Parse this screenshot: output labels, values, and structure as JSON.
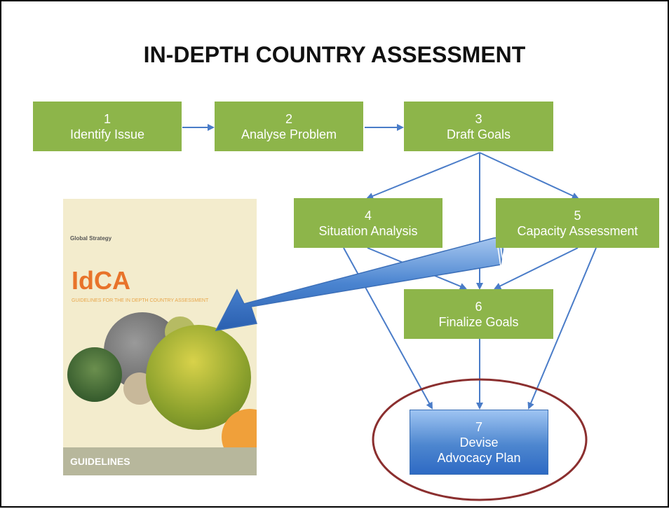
{
  "title": "IN-DEPTH COUNTRY ASSESSMENT",
  "steps": [
    {
      "num": "1",
      "label": "Identify Issue"
    },
    {
      "num": "2",
      "label": "Analyse Problem"
    },
    {
      "num": "3",
      "label": "Draft Goals"
    },
    {
      "num": "4",
      "label": "Situation Analysis"
    },
    {
      "num": "5",
      "label": "Capacity Assessment"
    },
    {
      "num": "6",
      "label": "Finalize Goals"
    },
    {
      "num": "7",
      "label_line1": "Devise",
      "label_line2": "Advocacy Plan"
    }
  ],
  "booklet": {
    "org": "Global Strategy",
    "heading": "IdCA",
    "subtitle": "GUIDELINES FOR THE IN DEPTH COUNTRY ASSESSMENT",
    "footer": "GUIDELINES"
  },
  "colors": {
    "step_green": "#8db54a",
    "final_blue": "#4d86cf",
    "arrow_blue": "#4a7cc8",
    "highlight_ellipse": "#8b2f2f"
  }
}
